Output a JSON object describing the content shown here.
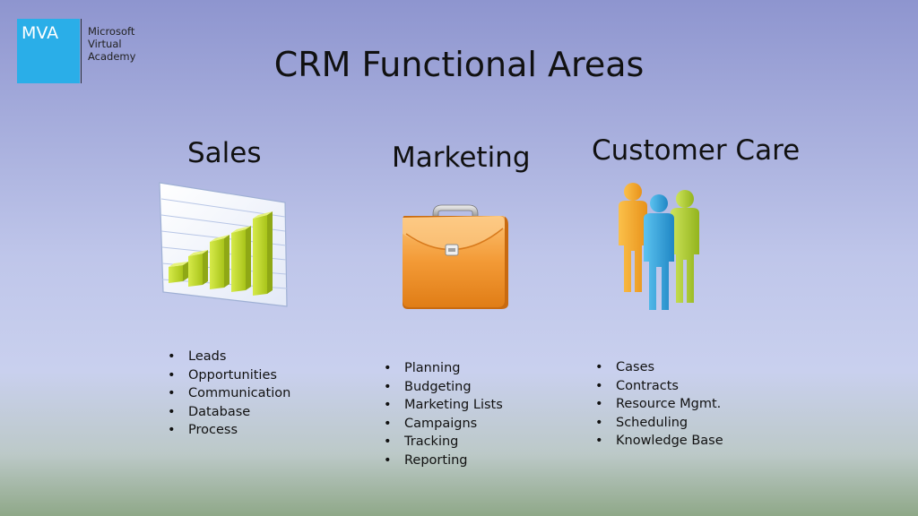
{
  "logo": {
    "abbr": "MVA",
    "line1": "Microsoft",
    "line2": "Virtual",
    "line3": "Academy"
  },
  "title": "CRM Functional Areas",
  "columns": [
    {
      "heading": "Sales",
      "icon": "bar-chart-icon",
      "items": [
        "Leads",
        "Opportunities",
        "Communication",
        "Database",
        "Process"
      ]
    },
    {
      "heading": "Marketing",
      "icon": "briefcase-icon",
      "items": [
        "Planning",
        "Budgeting",
        "Marketing Lists",
        "Campaigns",
        "Tracking",
        "Reporting"
      ]
    },
    {
      "heading": "Customer Care",
      "icon": "people-icon",
      "items": [
        "Cases",
        "Contracts",
        "Resource Mgmt.",
        "Scheduling",
        "Knowledge Base"
      ]
    }
  ],
  "colors": {
    "logo_blue": "#2aaee8",
    "bar_green": "#b5cf1f",
    "briefcase_orange": "#f08f2a",
    "person_orange": "#f5a626",
    "person_blue": "#2a9fd8",
    "person_green": "#a9c92a"
  }
}
